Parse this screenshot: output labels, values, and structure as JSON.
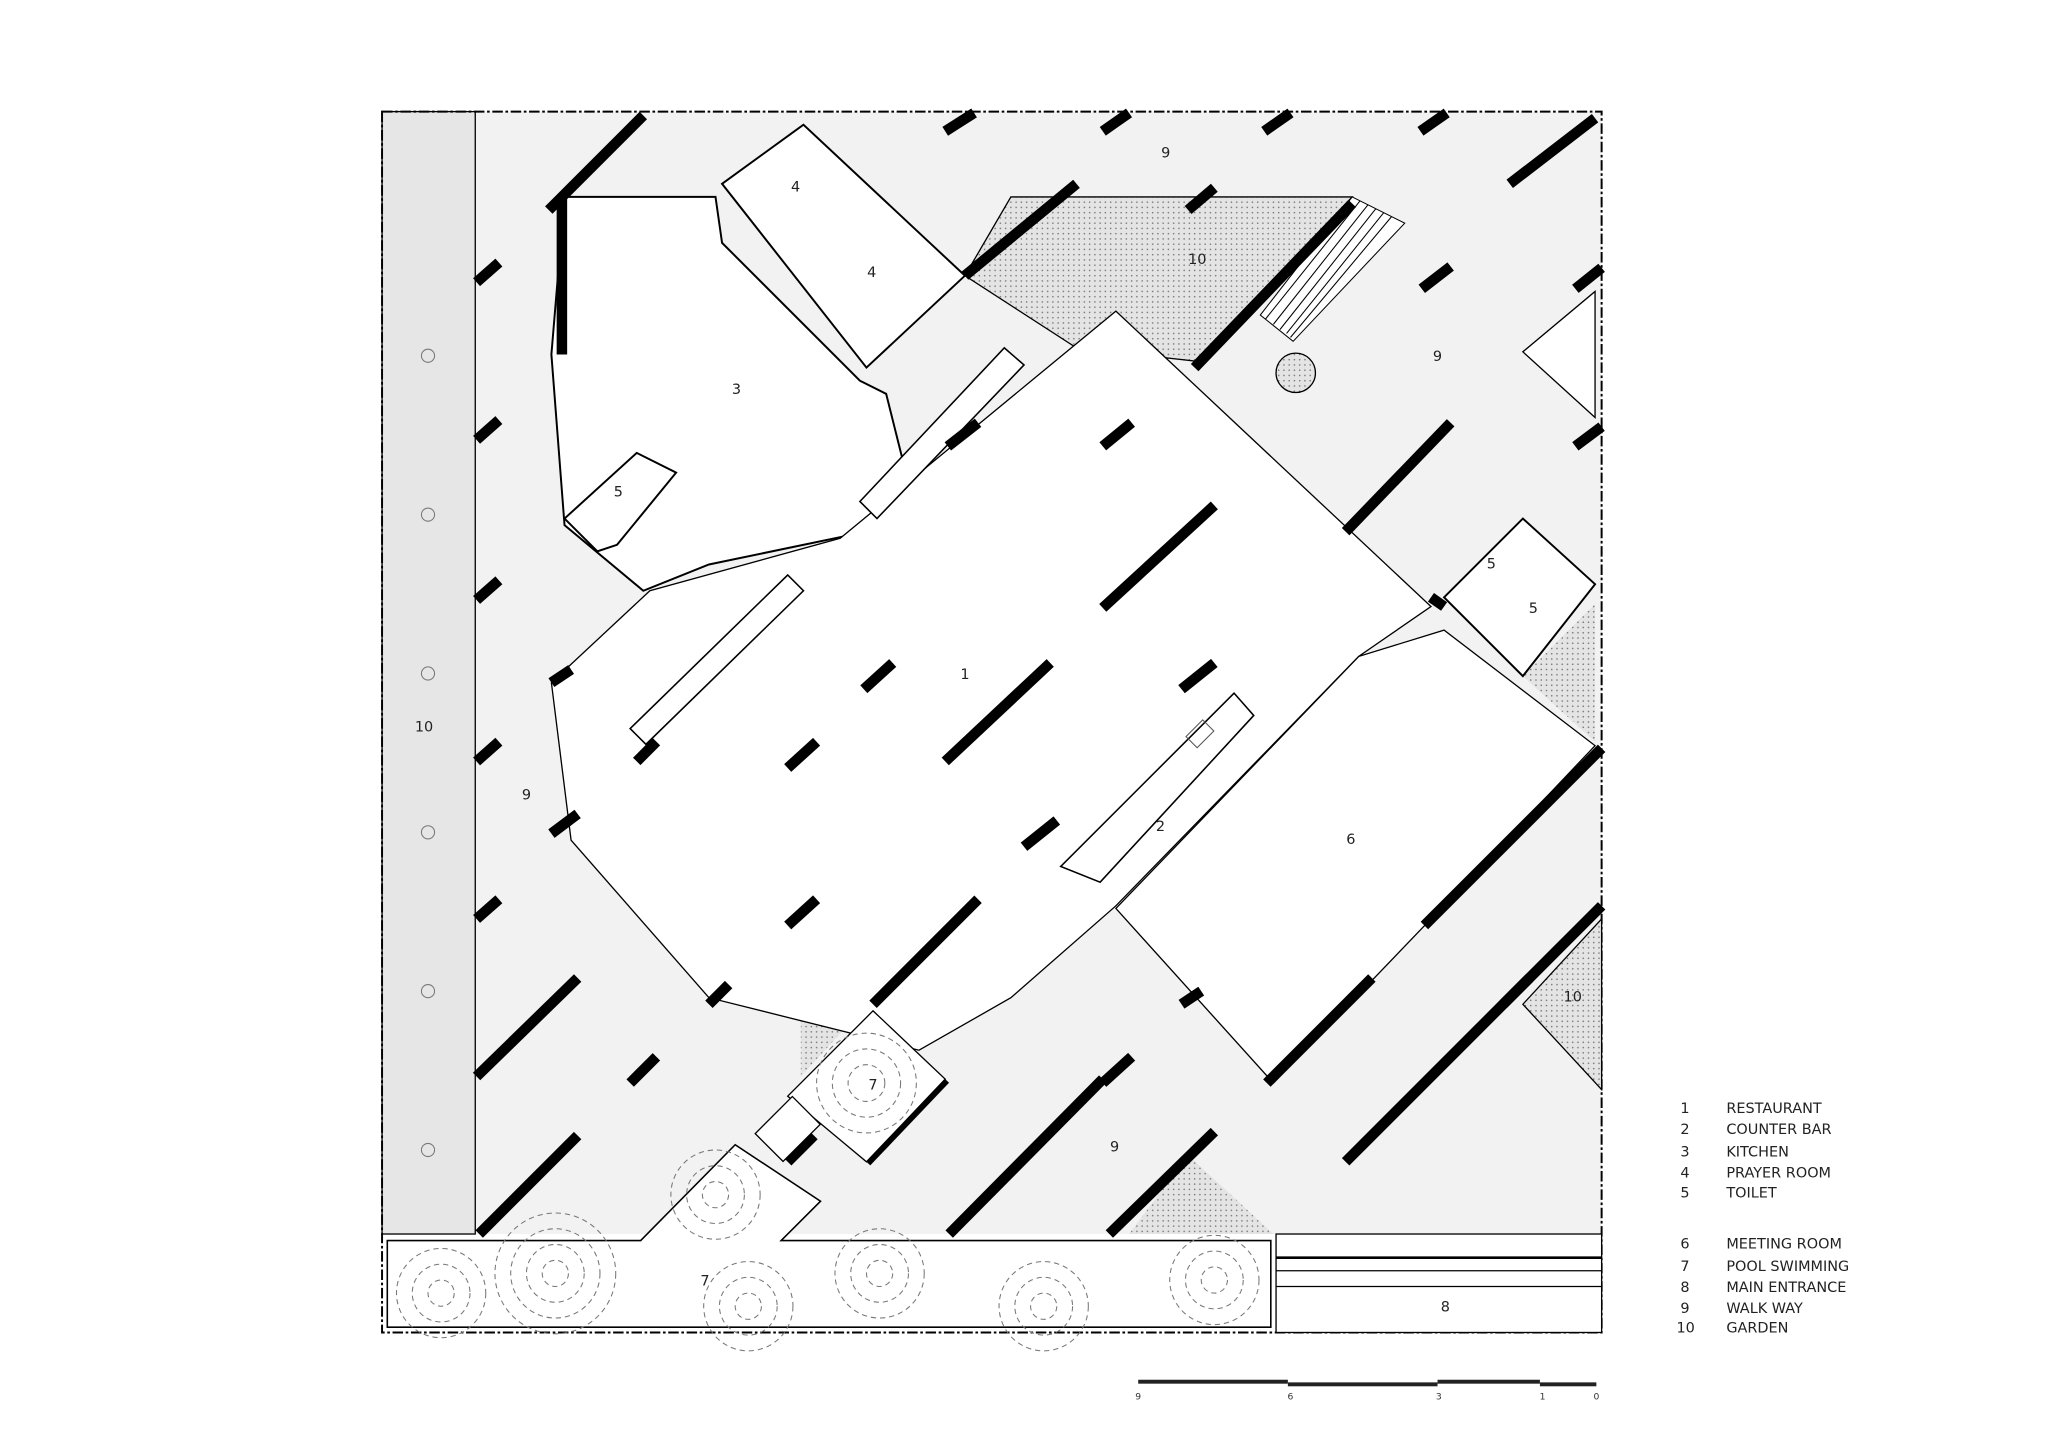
{
  "plan_labels": {
    "walkway_top": "9",
    "prayer_a": "4",
    "prayer_b": "4",
    "garden_top": "10",
    "walkway_right_top": "9",
    "kitchen": "3",
    "toilet_left": "5",
    "toilet_right_a": "5",
    "toilet_right_b": "5",
    "restaurant": "1",
    "walkway_left": "9",
    "garden_left": "10",
    "counter_bar": "2",
    "meeting_room": "6",
    "pool_small": "7",
    "garden_right": "10",
    "walkway_bottom": "9",
    "pool_main": "7",
    "main_entrance": "8"
  },
  "legend": [
    {
      "num": "1",
      "label": "RESTAURANT"
    },
    {
      "num": "2",
      "label": "COUNTER BAR"
    },
    {
      "num": "3",
      "label": "KITCHEN"
    },
    {
      "num": "4",
      "label": "PRAYER ROOM"
    },
    {
      "num": "5",
      "label": "TOILET"
    },
    {
      "num": "6",
      "label": "MEETING ROOM"
    },
    {
      "num": "7",
      "label": "POOL SWIMMING"
    },
    {
      "num": "8",
      "label": "MAIN ENTRANCE"
    },
    {
      "num": "9",
      "label": "WALK WAY"
    },
    {
      "num": "10",
      "label": "GARDEN"
    }
  ],
  "scale_bar": {
    "ticks": [
      "9",
      "6",
      "3",
      "1",
      "0"
    ]
  },
  "colors": {
    "walkway": "#f2f2f2",
    "garden_strip": "#e6e6e6",
    "wall": "#000000"
  }
}
